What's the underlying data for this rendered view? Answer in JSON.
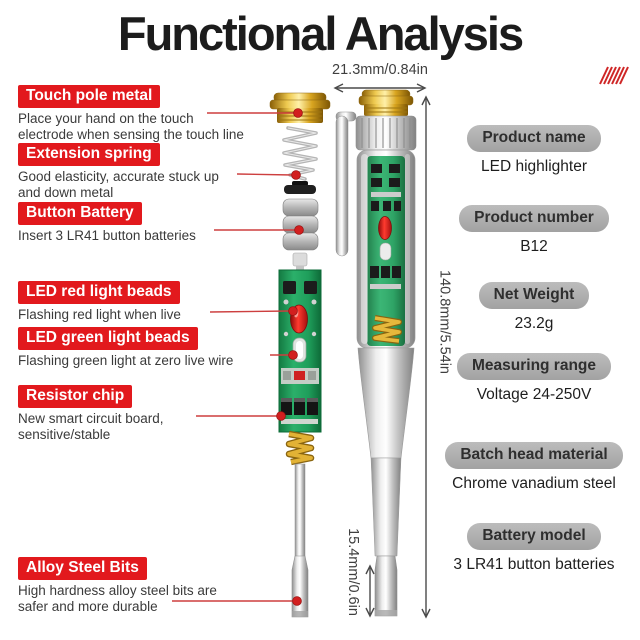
{
  "title": "Functional Analysis",
  "callouts": [
    {
      "label": "Touch pole metal",
      "lines": [
        "Place your hand on the touch",
        "electrode when sensing the touch line"
      ]
    },
    {
      "label": "Extension spring",
      "lines": [
        "Good elasticity, accurate stuck up",
        "and down metal"
      ]
    },
    {
      "label": "Button Battery",
      "lines": [
        "Insert 3 LR41 button batteries"
      ]
    },
    {
      "label": "LED red light beads",
      "lines": [
        "Flashing red light when live"
      ]
    },
    {
      "label": "LED green light beads",
      "lines": [
        "Flashing green light at zero live wire"
      ]
    },
    {
      "label": "Resistor chip",
      "lines": [
        "New smart circuit board,",
        "sensitive/stable"
      ]
    },
    {
      "label": "Alloy Steel Bits",
      "lines": [
        "High hardness alloy steel bits are",
        "safer and more durable"
      ]
    }
  ],
  "dimensions": {
    "head_width": "21.3mm/0.84in",
    "total_length": "140.8mm/5.54in",
    "bit_length": "15.4mm/0.6in"
  },
  "specs": [
    {
      "label": "Product name",
      "value": "LED highlighter"
    },
    {
      "label": "Product number",
      "value": "B12"
    },
    {
      "label": "Net Weight",
      "value": "23.2g"
    },
    {
      "label": "Measuring range",
      "value": "Voltage 24-250V"
    },
    {
      "label": "Batch head material",
      "value": "Chrome vanadium steel"
    },
    {
      "label": "Battery model",
      "value": "3 LR41 button batteries"
    }
  ],
  "colors": {
    "accent_red": "#e2191d",
    "connector_red": "#cd3f3f",
    "badge_gray": "#ababab",
    "pcb_green": "#1f9e5b",
    "gold": "#d9a520",
    "metal_silver": "#c8c8c8",
    "title_black": "#1c1c1c",
    "dim_gray": "#3f3f3f"
  }
}
